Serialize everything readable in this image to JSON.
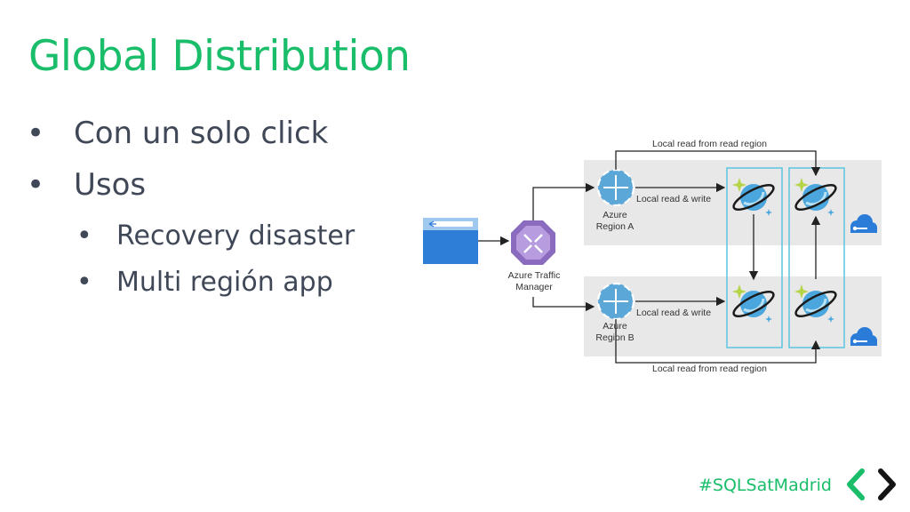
{
  "slide": {
    "title": "Global Distribution",
    "hashtag": "#SQLSatMadrid"
  },
  "bullets": [
    {
      "marker": "•",
      "text": "Con un solo click"
    },
    {
      "marker": "•",
      "text": "Usos"
    }
  ],
  "sub_bullets": [
    {
      "marker": "•",
      "text": "Recovery disaster"
    },
    {
      "marker": "•",
      "text": "Multi región app"
    }
  ],
  "diagram": {
    "traffic_manager_label": "Azure Traffic Manager",
    "region_a": {
      "label": "Azure Region A",
      "local_label": "Local read & write"
    },
    "region_b": {
      "label": "Azure Region B",
      "local_label": "Local read & write"
    },
    "top_replication_label": "Local read from read region",
    "bottom_replication_label": "Local read from read region",
    "colors": {
      "accent_green": "#19bd6a",
      "region_band": "#e8e8e8",
      "cosmos_box": "#5cc4e0",
      "browser_blue": "#2e7dd6",
      "traffic_manager_purple": "#8a6bbd"
    },
    "icons": [
      "browser-window-icon",
      "traffic-manager-icon",
      "region-globe-icon",
      "cosmos-db-icon",
      "cloud-icon"
    ]
  }
}
